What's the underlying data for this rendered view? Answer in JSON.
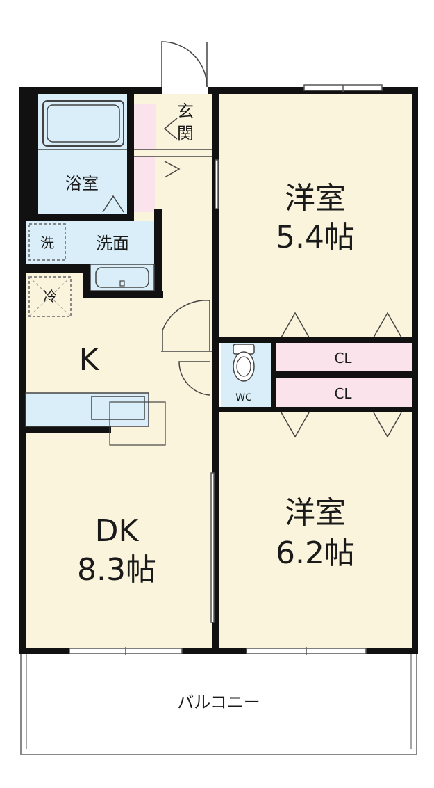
{
  "rooms": {
    "western_room_1": {
      "name": "洋室",
      "size": "5.4帖"
    },
    "western_room_2": {
      "name": "洋室",
      "size": "6.2帖"
    },
    "dk": {
      "name": "DK",
      "size": "8.3帖"
    },
    "kitchen": {
      "label": "K"
    },
    "bathroom": {
      "label": "浴室"
    },
    "washroom": {
      "label": "洗面"
    },
    "entrance": {
      "label_1": "玄",
      "label_2": "関"
    },
    "toilet": {
      "label": "WC"
    },
    "closet_1": {
      "label": "CL"
    },
    "closet_2": {
      "label": "CL"
    },
    "balcony": {
      "label": "バルコニー"
    }
  },
  "fixtures": {
    "washing_machine": {
      "label": "洗"
    },
    "refrigerator": {
      "label": "冷"
    }
  },
  "colors": {
    "wall": "#111111",
    "room_floor": "#fbf4dc",
    "wet_area": "#d9eef8",
    "closet": "#fbe3ec",
    "line": "#444444"
  }
}
